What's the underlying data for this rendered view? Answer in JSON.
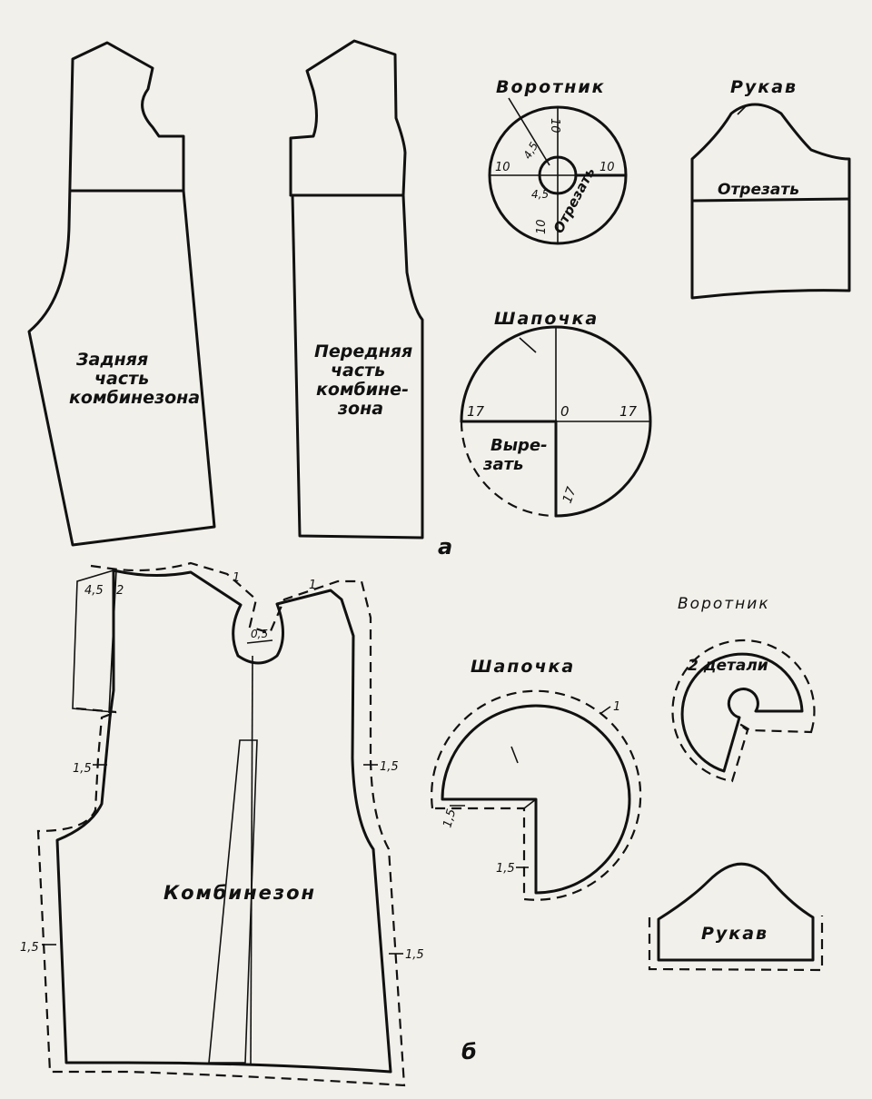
{
  "part_a": {
    "marker": "a",
    "back_piece": {
      "label_line1": "Задняя",
      "label_line2": "часть",
      "label_line3": "комбинезона"
    },
    "front_piece": {
      "label_line1": "Передняя",
      "label_line2": "часть",
      "label_line3": "комбине-",
      "label_line4": "зона"
    },
    "collar": {
      "title": "Воротник",
      "dim_top": "10",
      "dim_left": "10",
      "dim_right": "10",
      "dim_bottom": "10",
      "dim_inner_upper": "4,5",
      "dim_inner_lower": "4,5",
      "cut_text": "Отрезать"
    },
    "cap": {
      "title": "Шапочка",
      "dim_left": "17",
      "dim_center": "0",
      "dim_right": "17",
      "dim_bottom": "17",
      "cutout_line1": "Выре-",
      "cutout_line2": "зать"
    },
    "sleeve": {
      "title": "Рукав",
      "cut_text": "Отрезать"
    }
  },
  "part_b": {
    "marker": "б",
    "overall": {
      "label": "Комбинезон",
      "facing_w1": "4,5",
      "facing_w2": "2",
      "neck_allow_left": "1",
      "neck_allow_right": "1",
      "neck_inner": "0,5",
      "allow_arm_left": "1,5",
      "allow_arm_right": "1,5",
      "allow_side_left": "1,5",
      "allow_side_right": "1,5"
    },
    "cap": {
      "title": "Шапочка",
      "allow_arc": "1",
      "allow_left": "1,5",
      "allow_bottom": "1,5"
    },
    "collar": {
      "title": "Воротник",
      "note": "2 детали"
    },
    "sleeve": {
      "title": "Рукав"
    }
  }
}
